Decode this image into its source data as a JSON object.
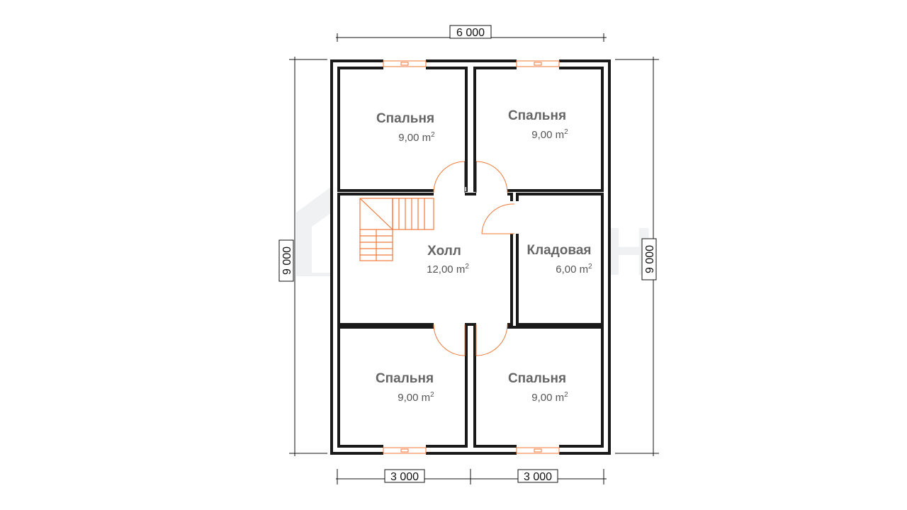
{
  "plan": {
    "dimensions": {
      "top_width": "6 000",
      "left_height": "9 000",
      "right_height": "9 000",
      "bottom_left": "3 000",
      "bottom_right": "3 000"
    },
    "rooms": [
      {
        "id": "bedroom-top-left",
        "name": "Спальня",
        "area_value": "9,00 m",
        "area_sup": "2"
      },
      {
        "id": "bedroom-top-right",
        "name": "Спальня",
        "area_value": "9,00 m",
        "area_sup": "2"
      },
      {
        "id": "hall",
        "name": "Холл",
        "area_value": "12,00 m",
        "area_sup": "2"
      },
      {
        "id": "storage",
        "name": "Кладовая",
        "area_value": "6,00 m",
        "area_sup": "2"
      },
      {
        "id": "bedroom-bottom-left",
        "name": "Спальня",
        "area_value": "9,00 m",
        "area_sup": "2"
      },
      {
        "id": "bedroom-bottom-right",
        "name": "Спальня",
        "area_value": "9,00 m",
        "area_sup": "2"
      }
    ],
    "colors": {
      "wall": "#1a1a1a",
      "door": "#f07a3a",
      "window": "#f07a3a",
      "stair": "#f07a3a",
      "watermark": "#eef0f2"
    },
    "watermark": {
      "text": "ЛЕМАН"
    }
  }
}
